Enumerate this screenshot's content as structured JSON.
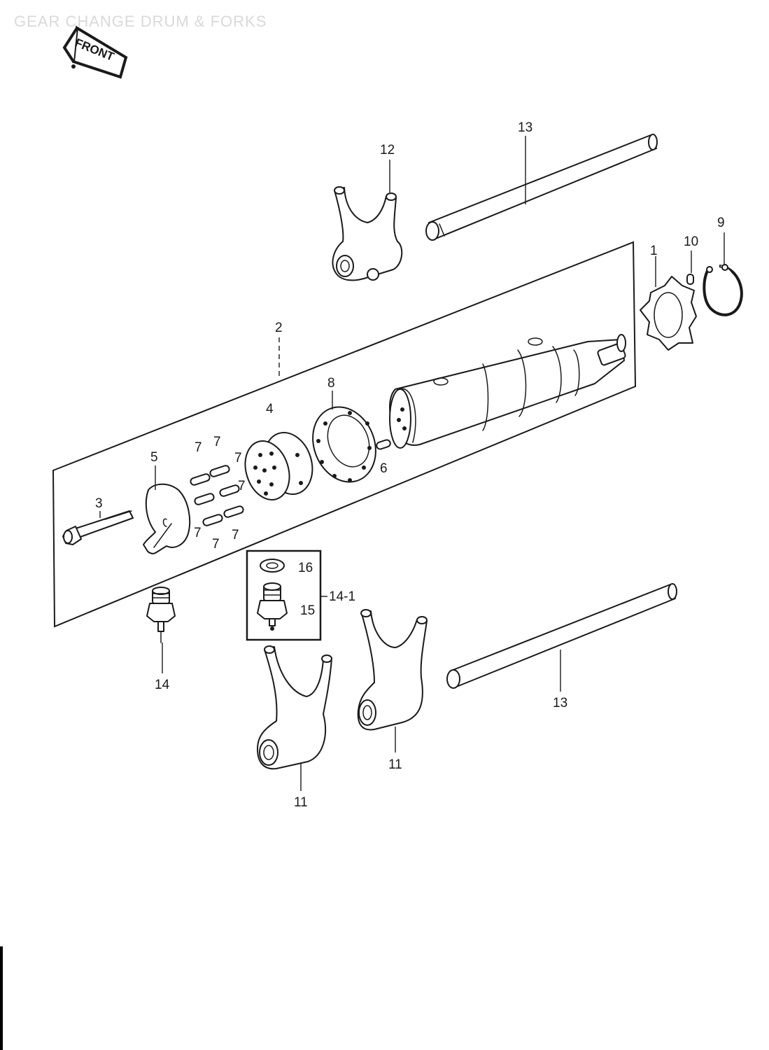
{
  "page_title": "GEAR CHANGE DRUM & FORKS",
  "front_label": "FRONT",
  "assembly_label": "14-1",
  "callouts": {
    "c1": "1",
    "c2": "2",
    "c3": "3",
    "c4": "4",
    "c5": "5",
    "c6": "6",
    "c7": "7",
    "c8": "8",
    "c9": "9",
    "c10": "10",
    "c11": "11",
    "c12": "12",
    "c13": "13",
    "c14": "14",
    "c15": "15",
    "c16": "16"
  },
  "colors": {
    "ink": "#1a1a1a",
    "paper": "#ffffff",
    "title": "#d9d9d9"
  }
}
